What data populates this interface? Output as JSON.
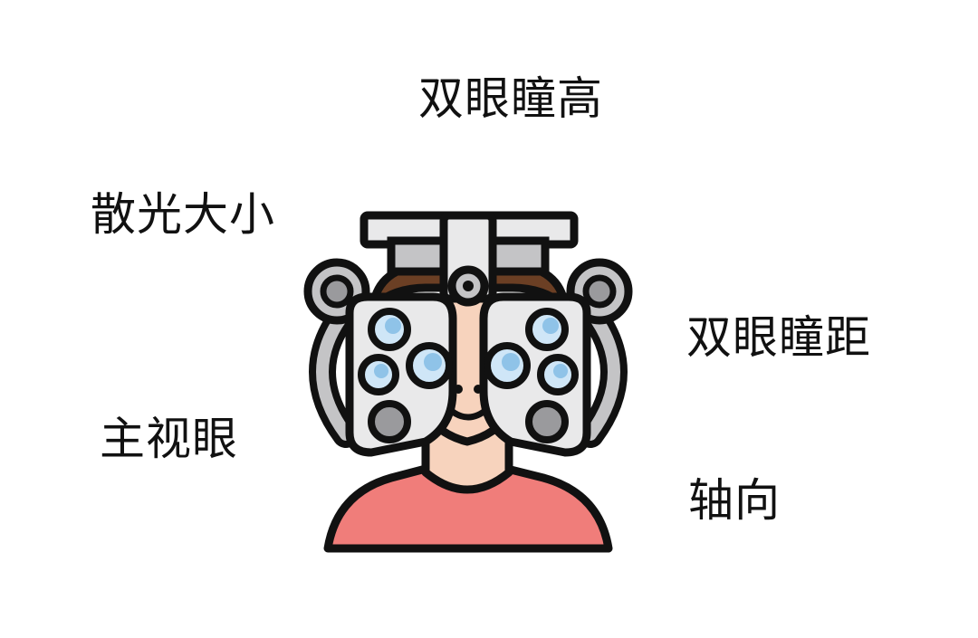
{
  "labels": {
    "binocular_pupil_height": "双眼瞳高",
    "astigmatism_magnitude": "散光大小",
    "binocular_pupil_distance": "双眼瞳距",
    "dominant_eye": "主视眼",
    "axis": "轴向"
  },
  "illustration": {
    "subject": "person-looking-through-phoropter",
    "colors": {
      "outline": "#111111",
      "metal_light": "#e9e9ea",
      "metal_mid": "#c4c4c6",
      "metal_dark": "#9a9a9d",
      "lens_blue": "#cfe6f7",
      "lens_blue_highlight": "#8fc3e8",
      "skin": "#f7d3bd",
      "hair": "#6b3f24",
      "shirt": "#f07d7a",
      "background": "#ffffff"
    }
  }
}
